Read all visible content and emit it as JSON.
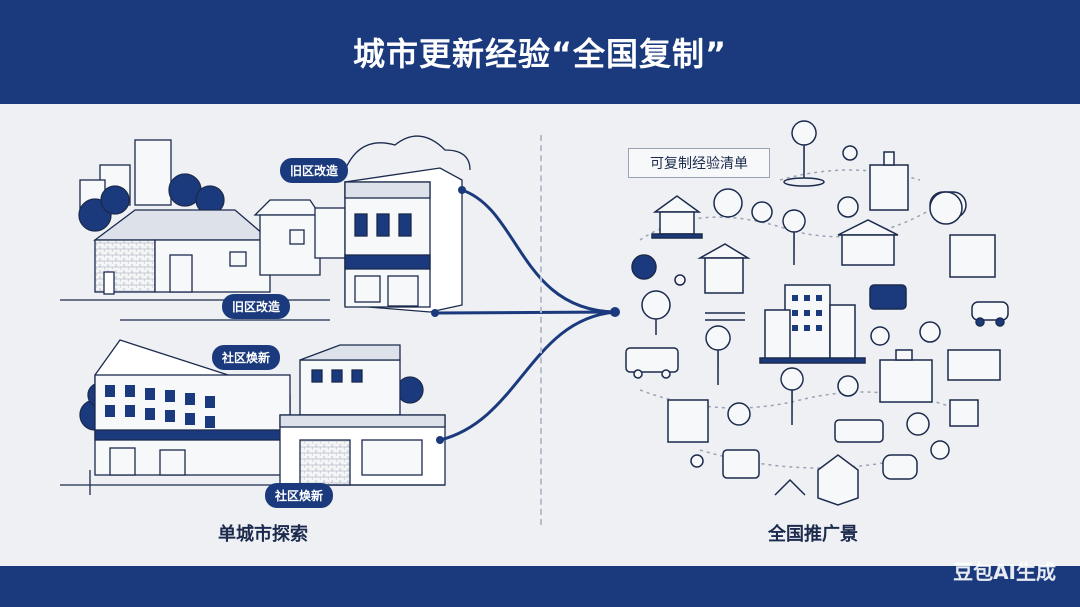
{
  "title": "城市更新经验“全国复制”",
  "left": {
    "labels": [
      "旧区改造",
      "旧区改造",
      "社区焕新",
      "社区焕新"
    ],
    "caption": "单城市探索"
  },
  "right": {
    "checklist_title": "可复制经验清单",
    "caption": "全国推广景"
  },
  "watermark": "豆包AI生成",
  "colors": {
    "brand": "#1b3a7d",
    "background": "#eef0f3"
  }
}
